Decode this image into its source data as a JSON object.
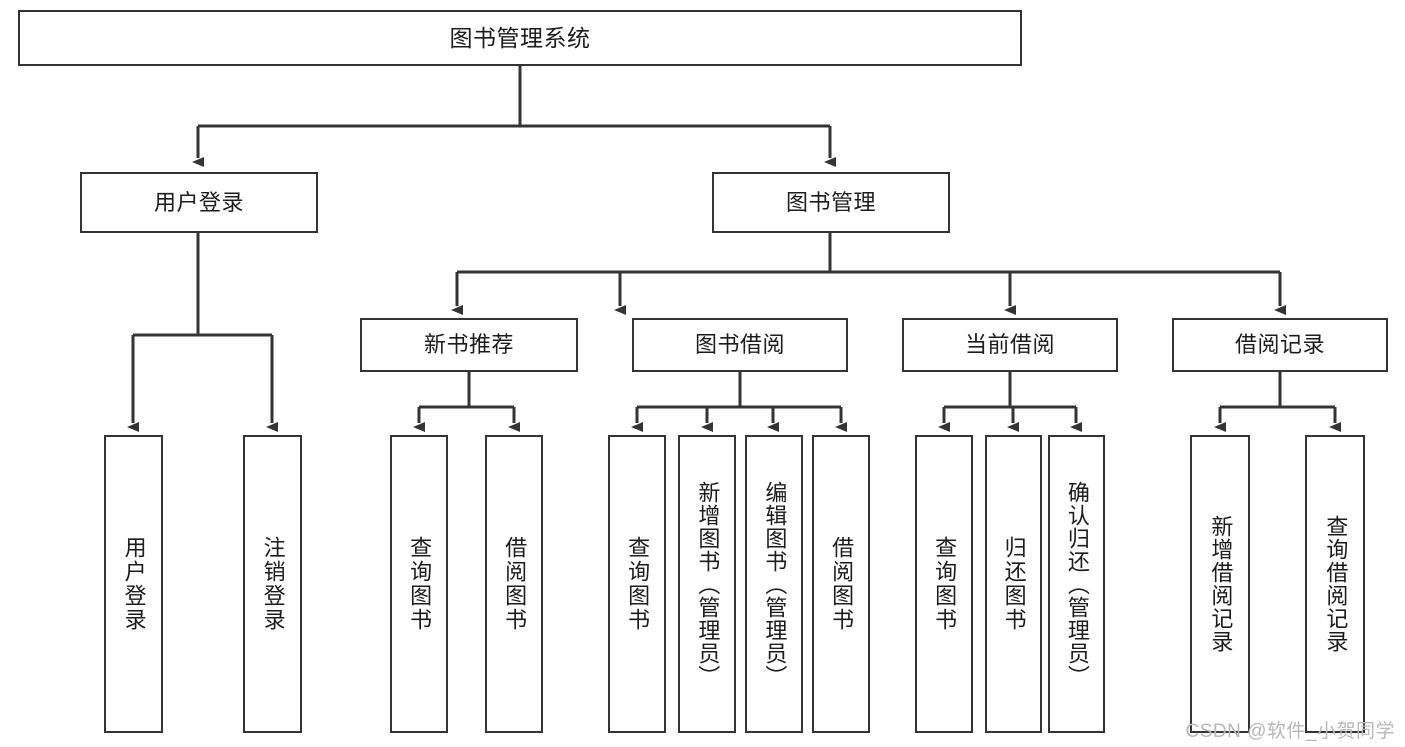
{
  "diagram": {
    "title": "图书管理系统",
    "type": "hierarchy-tree",
    "root": {
      "label": "图书管理系统"
    },
    "tier2": [
      {
        "label": "用户登录"
      },
      {
        "label": "图书管理"
      }
    ],
    "tier3": [
      {
        "label": "新书推荐"
      },
      {
        "label": "图书借阅"
      },
      {
        "label": "当前借阅"
      },
      {
        "label": "借阅记录"
      }
    ],
    "leaves": [
      {
        "label": "用户登录",
        "parent": "用户登录"
      },
      {
        "label": "注销登录",
        "parent": "用户登录"
      },
      {
        "label": "查询图书",
        "parent": "新书推荐"
      },
      {
        "label": "借阅图书",
        "parent": "新书推荐"
      },
      {
        "label": "查询图书",
        "parent": "图书借阅"
      },
      {
        "label": "新增图书（管理员）",
        "parent": "图书借阅"
      },
      {
        "label": "编辑图书（管理员）",
        "parent": "图书借阅"
      },
      {
        "label": "借阅图书",
        "parent": "图书借阅"
      },
      {
        "label": "查询图书",
        "parent": "当前借阅"
      },
      {
        "label": "归还图书",
        "parent": "当前借阅"
      },
      {
        "label": "确认归还（管理员）",
        "parent": "当前借阅"
      },
      {
        "label": "新增借阅记录",
        "parent": "借阅记录"
      },
      {
        "label": "查询借阅记录",
        "parent": "借阅记录"
      }
    ]
  },
  "colors": {
    "line": "#343434",
    "box_border": "#343434",
    "background": "#ffffff",
    "text": "#1c1c1c",
    "watermark": "#b9b9b9"
  },
  "watermark": {
    "text": "CSDN @软件_小贺同学"
  }
}
